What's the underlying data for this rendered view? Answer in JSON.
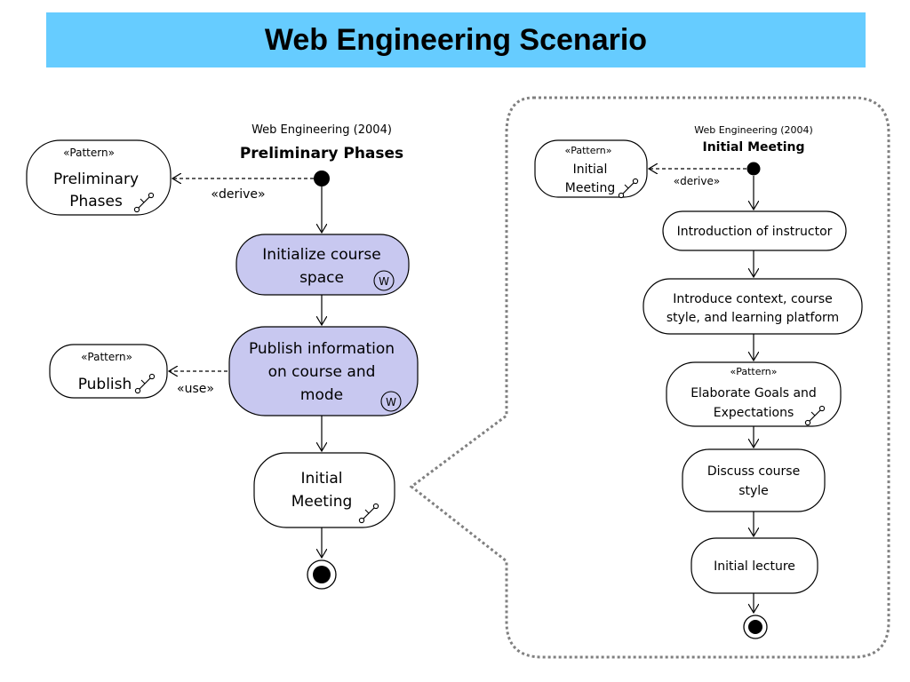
{
  "title": "Web Engineering Scenario",
  "left": {
    "caption_line1": "Web Engineering (2004)",
    "caption_line2": "Preliminary Phases",
    "patterns": [
      {
        "stereotype": "«Pattern»",
        "line1": "Preliminary",
        "line2": "Phases",
        "relation": "«derive»"
      },
      {
        "stereotype": "«Pattern»",
        "line1": "Publish",
        "relation": "«use»"
      }
    ],
    "activities": [
      {
        "line1": "Initialize course",
        "line2": "space",
        "marker": "W"
      },
      {
        "line1": "Publish information",
        "line2": "on course and",
        "line3": "mode",
        "marker": "W"
      },
      {
        "line1": "Initial",
        "line2": "Meeting"
      }
    ]
  },
  "right": {
    "caption_line1": "Web Engineering (2004)",
    "caption_line2": "Initial Meeting",
    "pattern": {
      "stereotype": "«Pattern»",
      "line1": "Initial",
      "line2": "Meeting",
      "relation": "«derive»"
    },
    "activities": [
      {
        "line1": "Introduction of instructor"
      },
      {
        "line1": "Introduce context, course",
        "line2": "style, and learning platform"
      },
      {
        "stereotype": "«Pattern»",
        "line1": "Elaborate Goals and",
        "line2": "Expectations"
      },
      {
        "line1": "Discuss course",
        "line2": "style"
      },
      {
        "line1": "Initial lecture"
      }
    ]
  }
}
